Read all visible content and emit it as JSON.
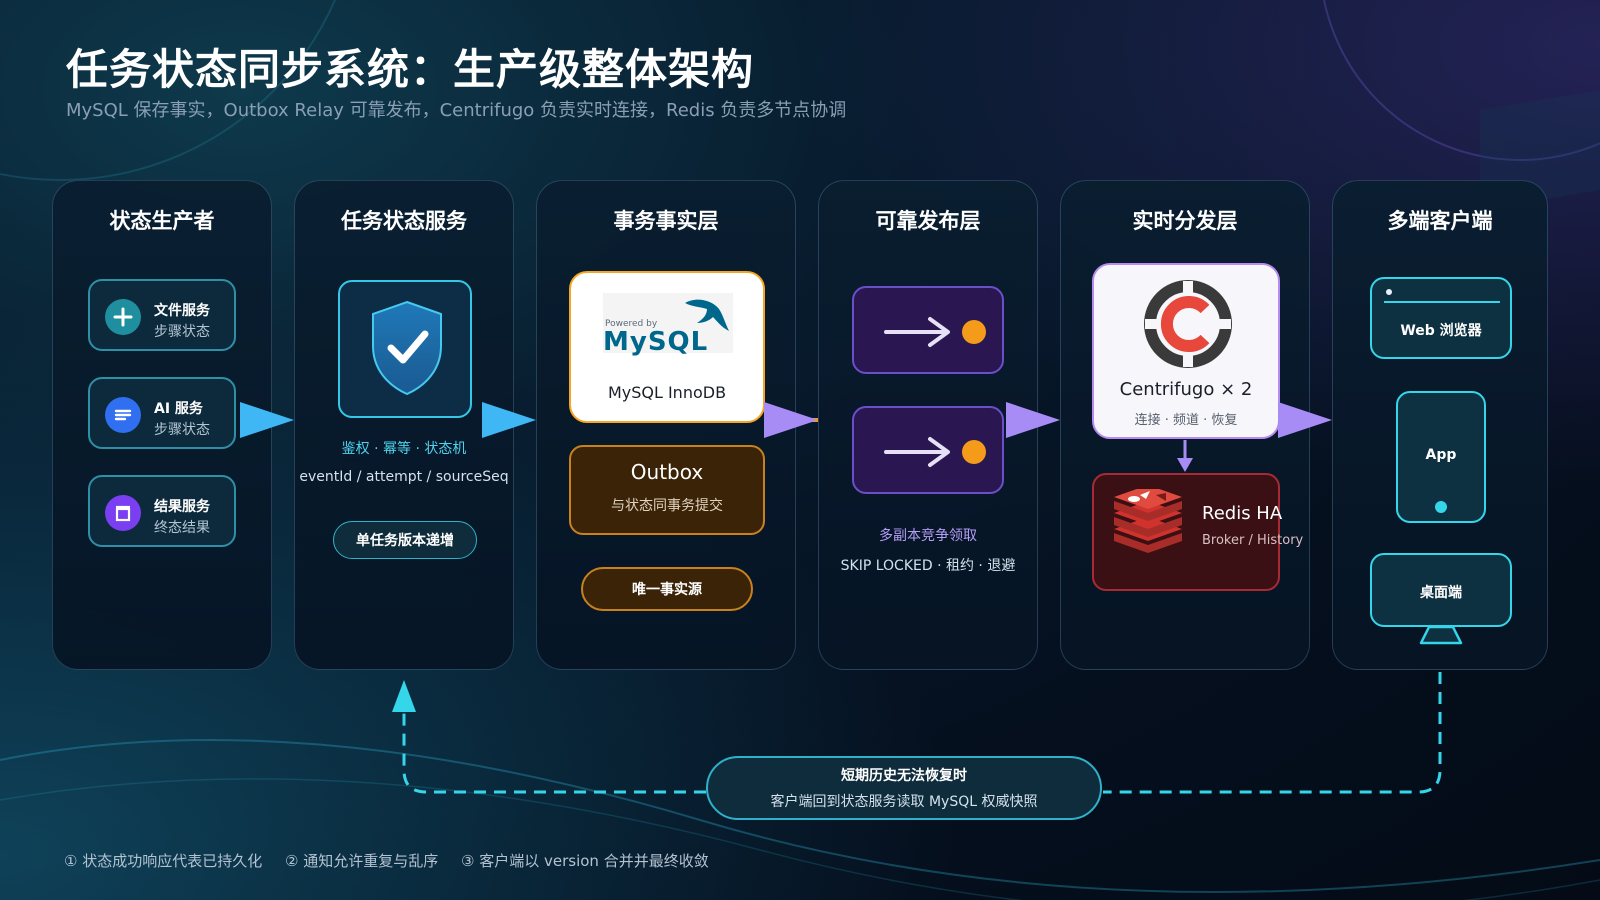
{
  "page": {
    "title": "任务状态同步系统：生产级整体架构",
    "subtitle": "MySQL 保存事实，Outbox Relay 可靠发布，Centrifugo 负责实时连接，Redis 负责多节点协调"
  },
  "columns": [
    {
      "title": "状态生产者",
      "services": [
        {
          "name": "文件服务",
          "sub": "步骤状态",
          "icon": "plus-icon"
        },
        {
          "name": "AI 服务",
          "sub": "步骤状态",
          "icon": "lines-icon"
        },
        {
          "name": "结果服务",
          "sub": "终态结果",
          "icon": "box-icon"
        }
      ]
    },
    {
      "title": "任务状态服务",
      "icon": "shield-check-icon",
      "caption": "鉴权 · 幂等 · 状态机",
      "caption2": "eventId / attempt / sourceSeq",
      "pill": "单任务版本递增"
    },
    {
      "title": "事务事实层",
      "mysql_logo_small": "Powered by",
      "mysql_logo_big": "MySQL",
      "mysql_label": "MySQL InnoDB",
      "outbox_title": "Outbox",
      "outbox_sub": "与状态同事务提交",
      "pill": "唯一事实源"
    },
    {
      "title": "可靠发布层",
      "relay_icon": "relay-arrow-icon",
      "caption": "多副本竞争领取",
      "caption2": "SKIP LOCKED · 租约 · 退避"
    },
    {
      "title": "实时分发层",
      "centrifugo_label": "Centrifugo × 2",
      "centrifugo_sub": "连接 · 频道 · 恢复",
      "redis_label": "Redis HA",
      "redis_sub": "Broker / History"
    },
    {
      "title": "多端客户端",
      "clients": [
        "Web 浏览器",
        "App",
        "桌面端"
      ]
    }
  ],
  "fallback": {
    "title": "短期历史无法恢复时",
    "sub": "客户端回到状态服务读取 MySQL 权威快照"
  },
  "footer": [
    "① 状态成功响应代表已持久化",
    "② 通知允许重复与乱序",
    "③ 客户端以 version 合并并最终收敛"
  ],
  "colors": {
    "cyan": "#35d5ea",
    "blue_arrow": "#3fb7f5",
    "purple_arrow": "#a88cf5",
    "orange": "#f59b1a",
    "mysql_blue": "#00678c",
    "redis_red": "#d0322d",
    "centrifugo_red": "#e8473b"
  }
}
